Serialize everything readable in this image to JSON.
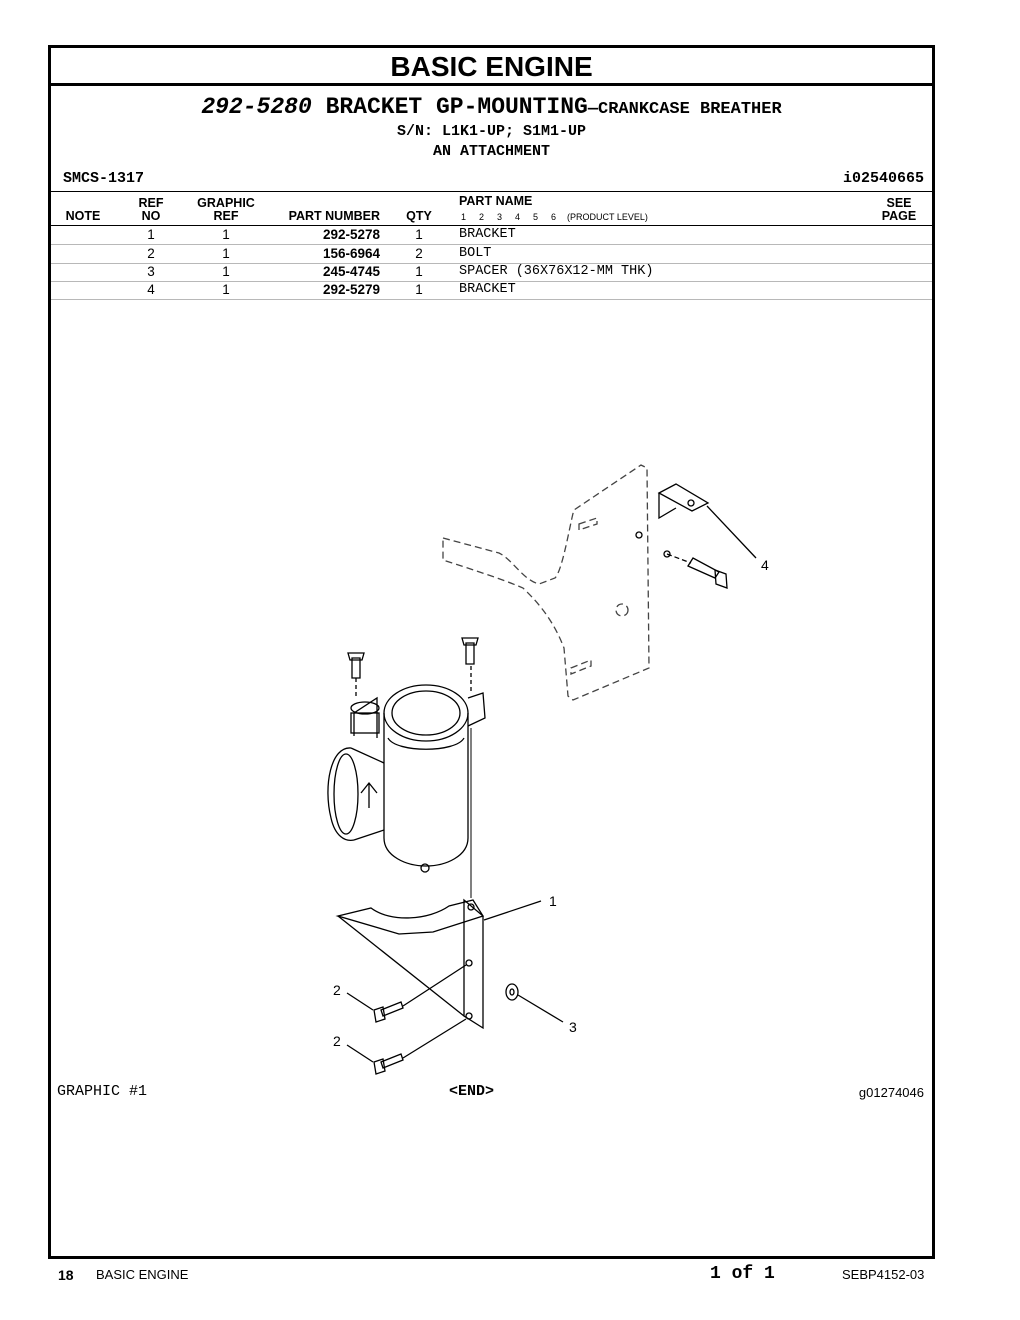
{
  "header": {
    "section_title": "BASIC ENGINE",
    "group_number": "292-5280",
    "group_name": "BRACKET GP-MOUNTING",
    "group_subname": "—CRANKCASE BREATHER",
    "serial_numbers": "S/N: L1K1-UP; S1M1-UP",
    "attachment": "AN ATTACHMENT",
    "smcs": "SMCS-1317",
    "illustration_id": "i02540665"
  },
  "table": {
    "headers": {
      "note": "NOTE",
      "ref_top": "REF",
      "ref_bottom": "NO",
      "graphic_top": "GRAPHIC",
      "graphic_bottom": "REF",
      "part_number": "PART NUMBER",
      "qty": "QTY",
      "part_name": "PART NAME",
      "see_top": "SEE",
      "see_bottom": "PAGE",
      "levels": [
        "1",
        "2",
        "3",
        "4",
        "5",
        "6"
      ],
      "product_level": "(PRODUCT LEVEL)"
    },
    "rows": [
      {
        "ref": "1",
        "graphic_ref": "1",
        "part_number": "292-5278",
        "qty": "1",
        "part_name": "BRACKET"
      },
      {
        "ref": "2",
        "graphic_ref": "1",
        "part_number": "156-6964",
        "qty": "2",
        "part_name": "BOLT"
      },
      {
        "ref": "3",
        "graphic_ref": "1",
        "part_number": "245-4745",
        "qty": "1",
        "part_name": "SPACER (36X76X12-MM THK)"
      },
      {
        "ref": "4",
        "graphic_ref": "1",
        "part_number": "292-5279",
        "qty": "1",
        "part_name": "BRACKET"
      }
    ]
  },
  "illustration": {
    "callouts": [
      "1",
      "2",
      "2",
      "3",
      "4"
    ]
  },
  "graphic_footer": {
    "graphic_label": "GRAPHIC #1",
    "end_marker": "<END>",
    "graphic_id": "g01274046"
  },
  "page_footer": {
    "page_number": "18",
    "section": "BASIC ENGINE",
    "page_of": "1 of 1",
    "doc_id": "SEBP4152-03"
  }
}
